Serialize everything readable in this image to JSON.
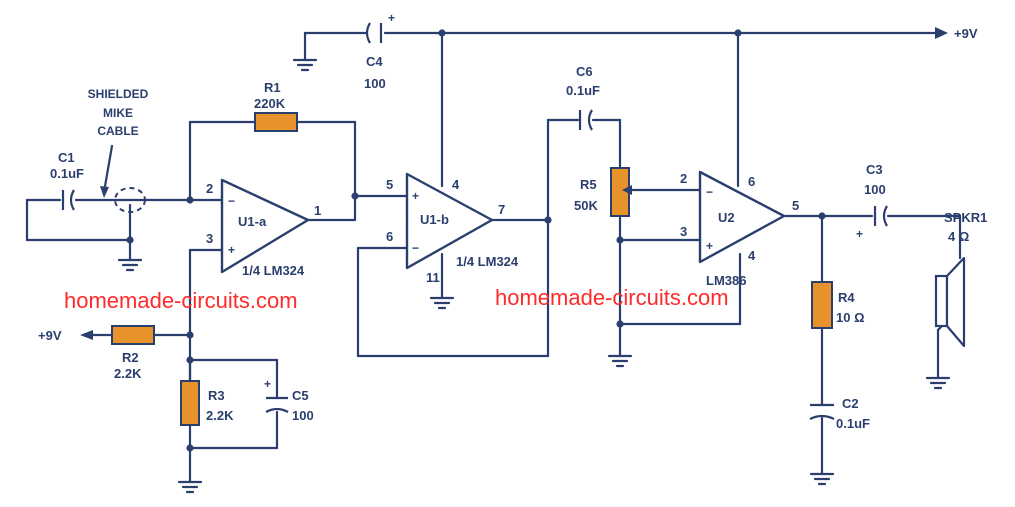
{
  "labels": {
    "vplus_top": "+9V",
    "vplus_left": "+9V",
    "shielded_1": "SHIELDED",
    "shielded_2": "MIKE",
    "shielded_3": "CABLE",
    "c1_name": "C1",
    "c1_val": "0.1uF",
    "r1_name": "R1",
    "r1_val": "220K",
    "c4_name": "C4",
    "c4_val": "100",
    "c6_name": "C6",
    "c6_val": "0.1uF",
    "r5_name": "R5",
    "r5_val": "50K",
    "c3_name": "C3",
    "c3_val": "100",
    "spkr_name": "SPKR1",
    "spkr_val": "4 Ω",
    "u1a_name": "U1-a",
    "u1a_part": "1/4 LM324",
    "u1b_name": "U1-b",
    "u1b_part": "1/4 LM324",
    "u2_name": "U2",
    "u2_part": "LM386",
    "r2_name": "R2",
    "r2_val": "2.2K",
    "r3_name": "R3",
    "r3_val": "2.2K",
    "c5_name": "C5",
    "c5_val": "100",
    "r4_name": "R4",
    "r4_val": "10 Ω",
    "c2_name": "C2",
    "c2_val": "0.1uF"
  },
  "pins": {
    "u1a_in_neg": "2",
    "u1a_in_pos": "3",
    "u1a_out": "1",
    "u1b_in_pos": "5",
    "u1b_in_neg": "6",
    "u1b_out": "7",
    "u1b_vcc": "4",
    "u1b_gnd": "11",
    "u2_in_neg": "2",
    "u2_in_pos": "3",
    "u2_vcc": "6",
    "u2_out": "5",
    "u2_gnd": "4"
  },
  "signs": {
    "minus": "−",
    "plus": "+"
  },
  "watermark": {
    "left": "homemade-circuits.com",
    "right": "homemade-circuits.com"
  },
  "colors": {
    "line": "#2b3f6e",
    "resistor": "#e8922c",
    "watermark": "#ff2a2a"
  }
}
